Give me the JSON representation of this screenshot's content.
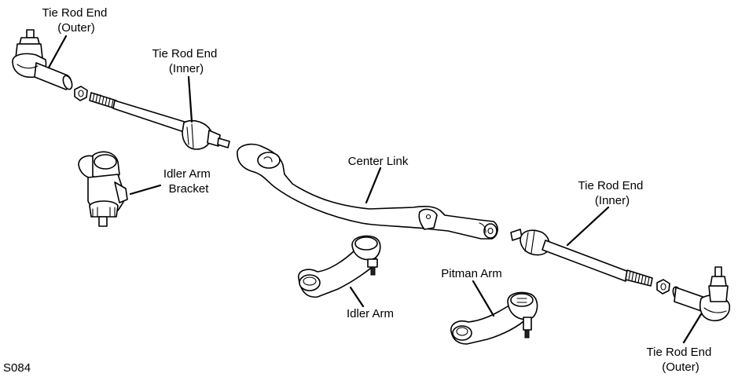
{
  "labels": {
    "tie_rod_end_outer_left": [
      "Tie Rod End",
      "(Outer)"
    ],
    "tie_rod_end_inner_left": [
      "Tie Rod End",
      "(Inner)"
    ],
    "idler_arm_bracket": [
      "Idler Arm",
      "Bracket"
    ],
    "center_link": "Center Link",
    "tie_rod_end_inner_right": [
      "Tie Rod End",
      "(Inner)"
    ],
    "idler_arm": "Idler Arm",
    "pitman_arm": "Pitman Arm",
    "tie_rod_end_outer_right": [
      "Tie Rod End",
      "(Outer)"
    ]
  },
  "figure_code": "S084"
}
